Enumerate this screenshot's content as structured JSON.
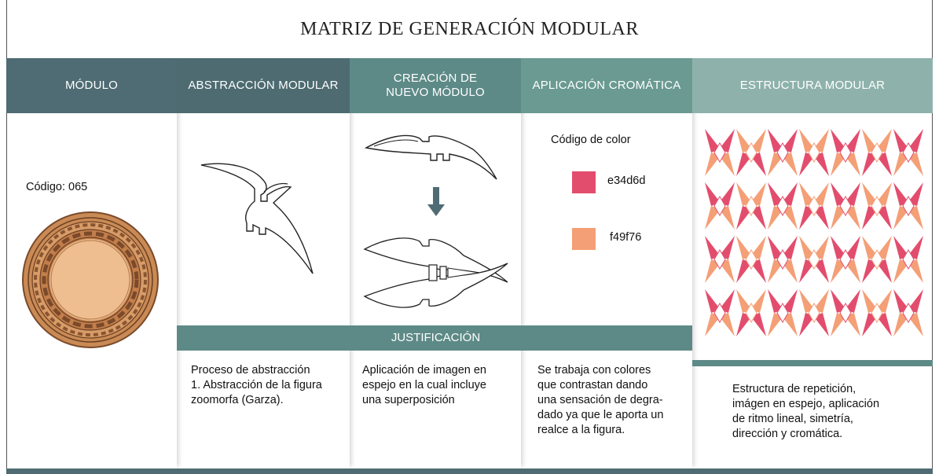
{
  "title": "MATRIZ DE GENERACIÓN MODULAR",
  "headers": {
    "modulo": "MÓDULO",
    "abstraccion": "ABSTRACCIÓN MODULAR",
    "creacion_line1": "CREACIÓN DE",
    "creacion_line2": "NUEVO MÓDULO",
    "aplicacion": "APLICACIÓN CROMÁTICA",
    "estructura": "ESTRUCTURA MODULAR"
  },
  "modulo": {
    "codigo": "Código: 065"
  },
  "justificacion_label": "JUSTIFICACIÓN",
  "color_code_title": "Código de color",
  "colors": [
    {
      "hex_label": "e34d6d",
      "hex": "#e34d6d"
    },
    {
      "hex_label": "f49f76",
      "hex": "#f49f76"
    }
  ],
  "header_colors": {
    "modulo": "#4f6b73",
    "abstraccion": "#4d6b71",
    "creacion": "#5d8a87",
    "aplicacion": "#6a9a92",
    "estructura": "#8eb2ab"
  },
  "texts": {
    "abstraccion_l1": "Proceso de abstracción",
    "abstraccion_l2": "1. Abstracción de la figura",
    "abstraccion_l3": "zoomorfa (Garza).",
    "creacion_l1": "Aplicación de imagen en",
    "creacion_l2": "espejo en la cual incluye",
    "creacion_l3": "una superposición",
    "aplicacion_l1": "Se trabaja con colores",
    "aplicacion_l2": "que contrastan dando",
    "aplicacion_l3": "una sensación de degra-",
    "aplicacion_l4": "dado ya que le aporta un",
    "aplicacion_l5": "realce a la figura.",
    "estructura_l1": "Estructura de repetición,",
    "estructura_l2": "imágen en espejo, aplicación",
    "estructura_l3": "de ritmo lineal, simetría,",
    "estructura_l4": "dirección y cromática."
  }
}
